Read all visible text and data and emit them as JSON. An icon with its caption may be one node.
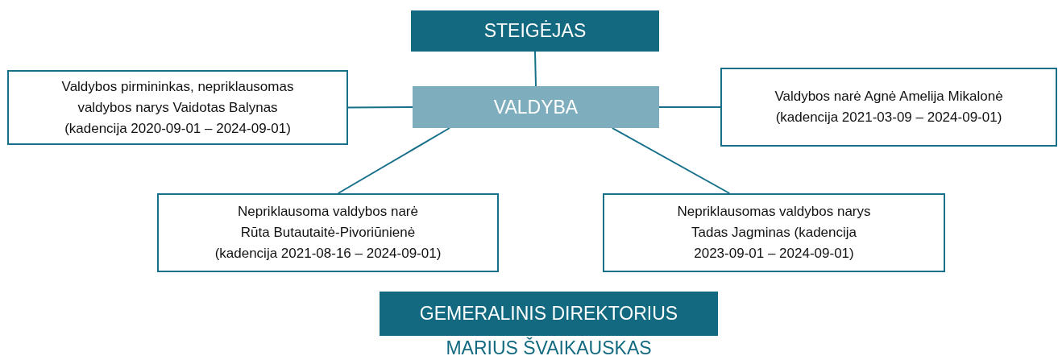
{
  "diagram": {
    "nodes": [
      {
        "text": [
          "STEIGĖJAS"
        ]
      },
      {
        "text": [
          "VALDYBA"
        ]
      },
      {
        "text": [
          "Valdybos pirmininkas, nepriklausomas valdybos narys Vaidotas Balynas (kadencija 2020-09-01 – 2024-09-01)"
        ]
      },
      {
        "text": [
          "Valdybos narė Agnė Amelija Mikalonė (kadencija 2021-03-09 – 2024-09-01)"
        ]
      },
      {
        "text": [
          "Nepriklausoma valdybos narė Rūta Butautaitė-Pivoriūnienė (kadencija 2021-08-16 – 2024-09-01)"
        ]
      },
      {
        "text": [
          "Nepriklausomas valdybos narys Tadas Jagminas (kadencija 2023-09-01 – 2024-09-01)"
        ]
      },
      {
        "text": [
          "GEMERALINIS DIREKTORIUS"
        ],
        "beside": [
          "MARIUS ŠVAIKAUSKAS"
        ]
      }
    ],
    "edges": [
      {
        "from": 0,
        "to": 1,
        "arrow": "none"
      },
      {
        "from": 2,
        "to": 1,
        "arrow": "none"
      },
      {
        "from": 1,
        "to": 3,
        "arrow": "none"
      },
      {
        "from": 1,
        "to": 4,
        "arrow": "none"
      },
      {
        "from": 1,
        "to": 5,
        "arrow": "none"
      }
    ]
  }
}
